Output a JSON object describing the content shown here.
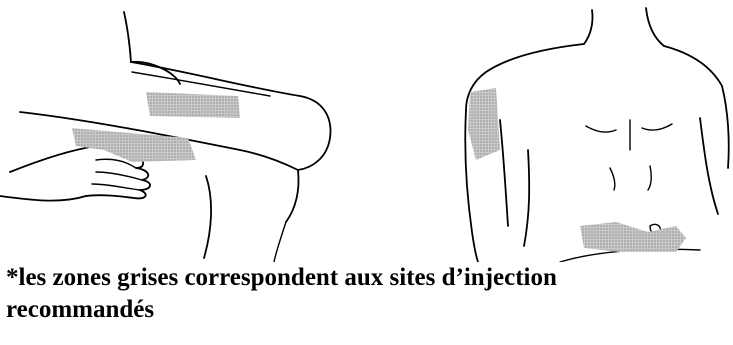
{
  "caption": {
    "line1": "*les zones grises correspondent aux sites d’injection",
    "line2": "recommandés"
  },
  "colors": {
    "zone_fill": "#b3b3b3",
    "line": "#000000",
    "background": "#ffffff"
  },
  "illustrations": {
    "left": "thigh-injection-illustration",
    "right": "torso-injection-illustration"
  }
}
